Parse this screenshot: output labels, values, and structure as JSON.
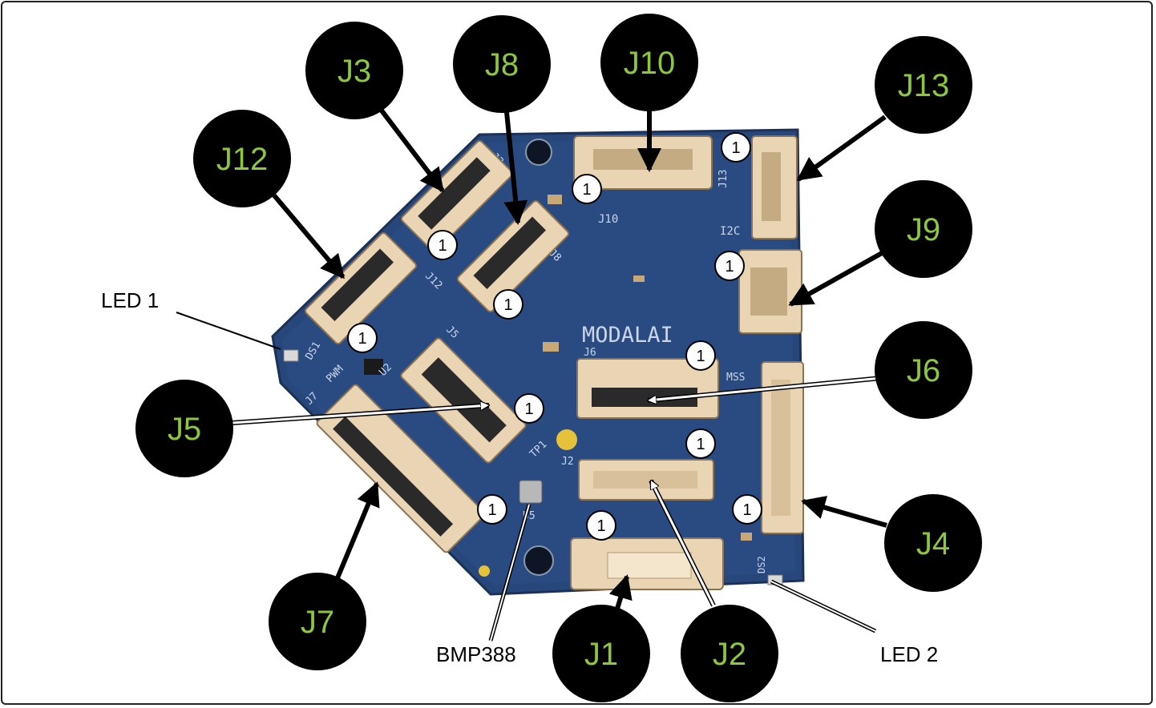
{
  "diagram": {
    "board_silkscreen": {
      "brand": "MODALAI",
      "marks": [
        "J10",
        "I2C",
        "J13",
        "J3",
        "J8",
        "J12",
        "J5",
        "J6",
        "J2",
        "J7",
        "PWM",
        "U2",
        "DS1",
        "U5",
        "TP1",
        "MSS",
        "DS2"
      ]
    },
    "connector_callouts": [
      {
        "id": "J3",
        "label": "J3"
      },
      {
        "id": "J8",
        "label": "J8"
      },
      {
        "id": "J10",
        "label": "J10"
      },
      {
        "id": "J13",
        "label": "J13"
      },
      {
        "id": "J12",
        "label": "J12"
      },
      {
        "id": "J9",
        "label": "J9"
      },
      {
        "id": "J6",
        "label": "J6"
      },
      {
        "id": "J5",
        "label": "J5"
      },
      {
        "id": "J4",
        "label": "J4"
      },
      {
        "id": "J7",
        "label": "J7"
      },
      {
        "id": "J1",
        "label": "J1"
      },
      {
        "id": "J2",
        "label": "J2"
      }
    ],
    "component_labels": [
      {
        "id": "LED1",
        "label": "LED 1"
      },
      {
        "id": "BMP388",
        "label": "BMP388"
      },
      {
        "id": "LED2",
        "label": "LED 2"
      }
    ],
    "pin1_marker": "1",
    "colors": {
      "callout_fill": "#000000",
      "callout_text": "#8dc63f",
      "pcb": "#2a4a7f",
      "connector": "#e9d5b3"
    }
  }
}
